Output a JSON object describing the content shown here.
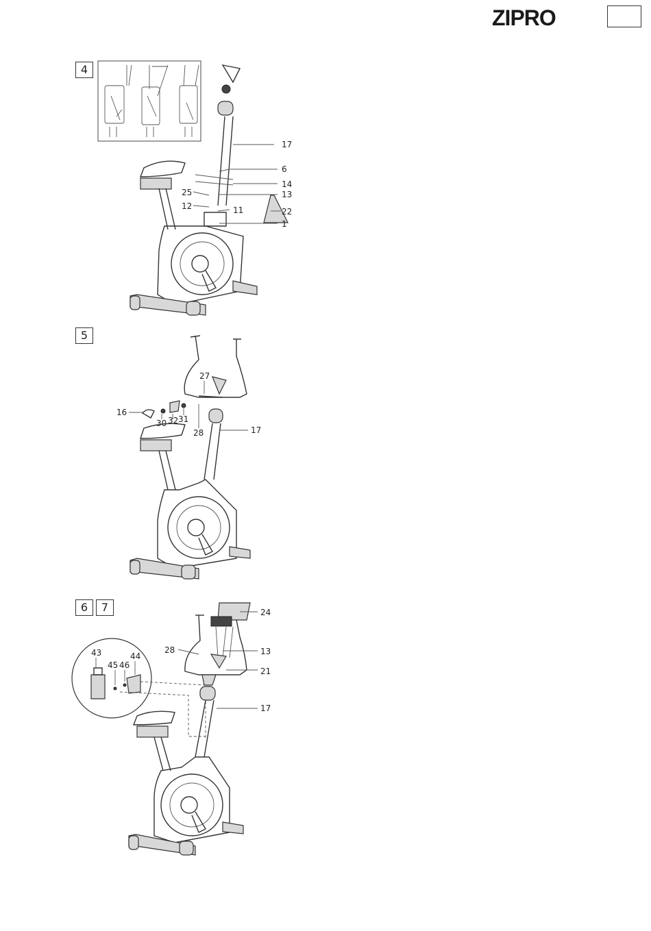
{
  "header": {
    "brand": "ZIPRO",
    "page_box": ""
  },
  "steps": [
    {
      "number": "4",
      "labels": [
        "17",
        "6",
        "14",
        "25",
        "13",
        "12",
        "11",
        "22",
        "1"
      ]
    },
    {
      "number": "5",
      "labels": [
        "27",
        "16",
        "30",
        "32",
        "31",
        "28",
        "17"
      ]
    },
    {
      "numbers": [
        "6",
        "7"
      ],
      "labels": [
        "24",
        "28",
        "13",
        "43",
        "45",
        "46",
        "44",
        "21",
        "17"
      ]
    }
  ]
}
